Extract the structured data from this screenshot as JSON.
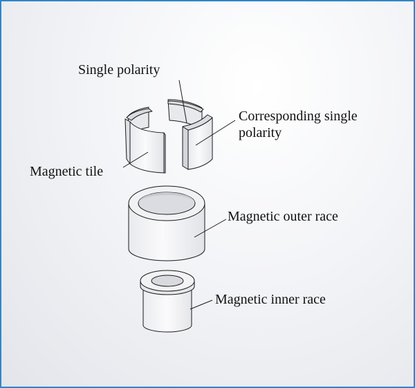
{
  "labels": {
    "single_polarity": "Single polarity",
    "corresponding_line1": "Corresponding single",
    "corresponding_line2": "polarity",
    "magnetic_tile": "Magnetic tile",
    "magnetic_outer_race": "Magnetic outer race",
    "magnetic_inner_race": "Magnetic inner race"
  },
  "colors": {
    "frame_border": "#2f86c8",
    "part_fill": "#f4f4f6",
    "part_shade": "#cfd1d6",
    "line": "#1a1a1a"
  }
}
